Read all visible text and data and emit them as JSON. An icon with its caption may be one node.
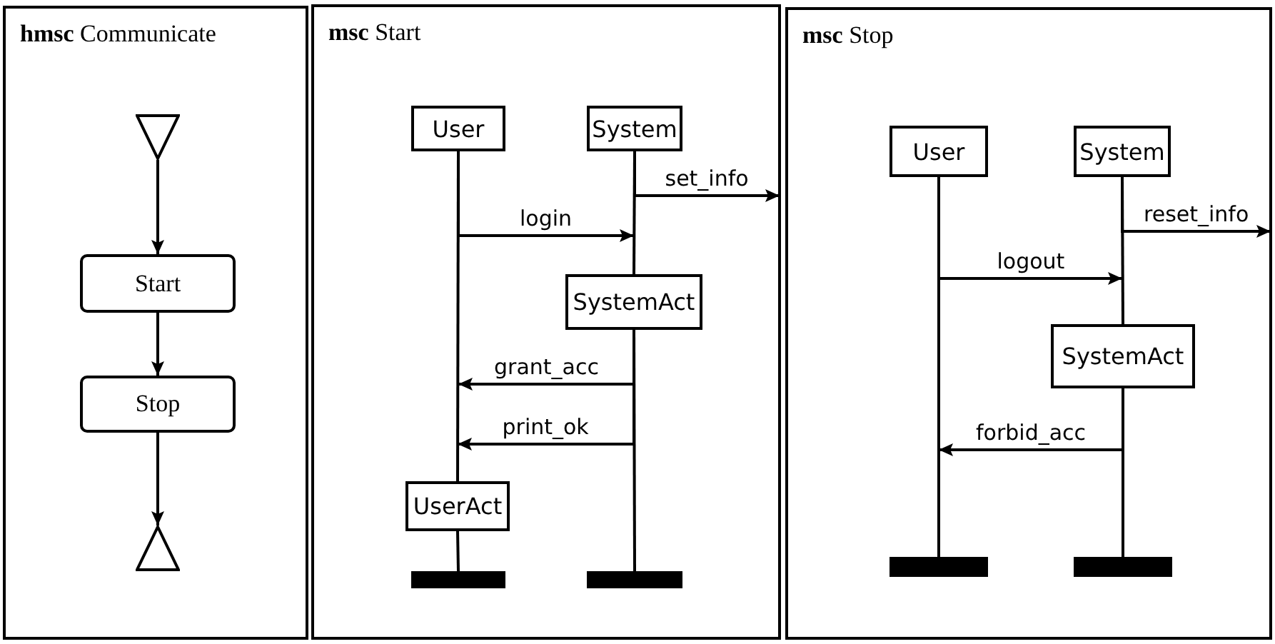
{
  "diagram": {
    "nodes": [
      {
        "text": [
          "**hmsc** Communicate"
        ]
      },
      {
        "text": [],
        "shape": "triangle",
        "in": 0
      },
      {
        "text": [
          "Start"
        ],
        "in": 0
      },
      {
        "text": [
          "Stop"
        ],
        "in": 0
      },
      {
        "text": [],
        "shape": "triangle",
        "in": 0
      },
      {
        "text": [
          "**msc** Start"
        ]
      },
      {
        "text": [
          "User"
        ],
        "in": 5
      },
      {
        "text": [
          "System"
        ],
        "in": 5
      },
      {
        "text": [
          "SystemAct"
        ],
        "in": 5
      },
      {
        "text": [
          "UserAct"
        ],
        "in": 5
      },
      {
        "text": [],
        "shape": "bar",
        "in": 5
      },
      {
        "text": [],
        "shape": "bar",
        "in": 5
      },
      {
        "text": [
          "**msc** Stop"
        ]
      },
      {
        "text": [
          "User"
        ],
        "in": 12
      },
      {
        "text": [
          "System"
        ],
        "in": 12
      },
      {
        "text": [
          "SystemAct"
        ],
        "in": 12
      },
      {
        "text": [],
        "shape": "bar",
        "in": 12
      },
      {
        "text": [],
        "shape": "bar",
        "in": 12
      }
    ],
    "edges": [
      {
        "from": 1,
        "to": 2,
        "arrow": "to"
      },
      {
        "from": 2,
        "to": 3,
        "arrow": "to"
      },
      {
        "from": 3,
        "to": 4,
        "arrow": "to"
      },
      {
        "from": 6,
        "to": 9,
        "arrow": "none"
      },
      {
        "from": 9,
        "to": 10,
        "arrow": "none"
      },
      {
        "from": 7,
        "to": 8,
        "arrow": "none"
      },
      {
        "from": 8,
        "to": 11,
        "arrow": "none"
      },
      {
        "from": 7,
        "to": null,
        "arrow": "to",
        "label": "set_info"
      },
      {
        "from": 6,
        "to": 8,
        "arrow": "to",
        "label": "login"
      },
      {
        "from": 8,
        "to": null,
        "arrow": "to",
        "label": "grant_acc"
      },
      {
        "from": 8,
        "to": 9,
        "arrow": "to",
        "label": "print_ok"
      },
      {
        "from": 13,
        "to": 16,
        "arrow": "none"
      },
      {
        "from": 14,
        "to": 15,
        "arrow": "none"
      },
      {
        "from": 15,
        "to": 17,
        "arrow": "none"
      },
      {
        "from": 14,
        "to": null,
        "arrow": "to",
        "label": "reset_info"
      },
      {
        "from": 13,
        "to": null,
        "arrow": "to",
        "label": "logout"
      },
      {
        "from": 15,
        "to": null,
        "arrow": "to",
        "label": "forbid_acc"
      }
    ]
  }
}
